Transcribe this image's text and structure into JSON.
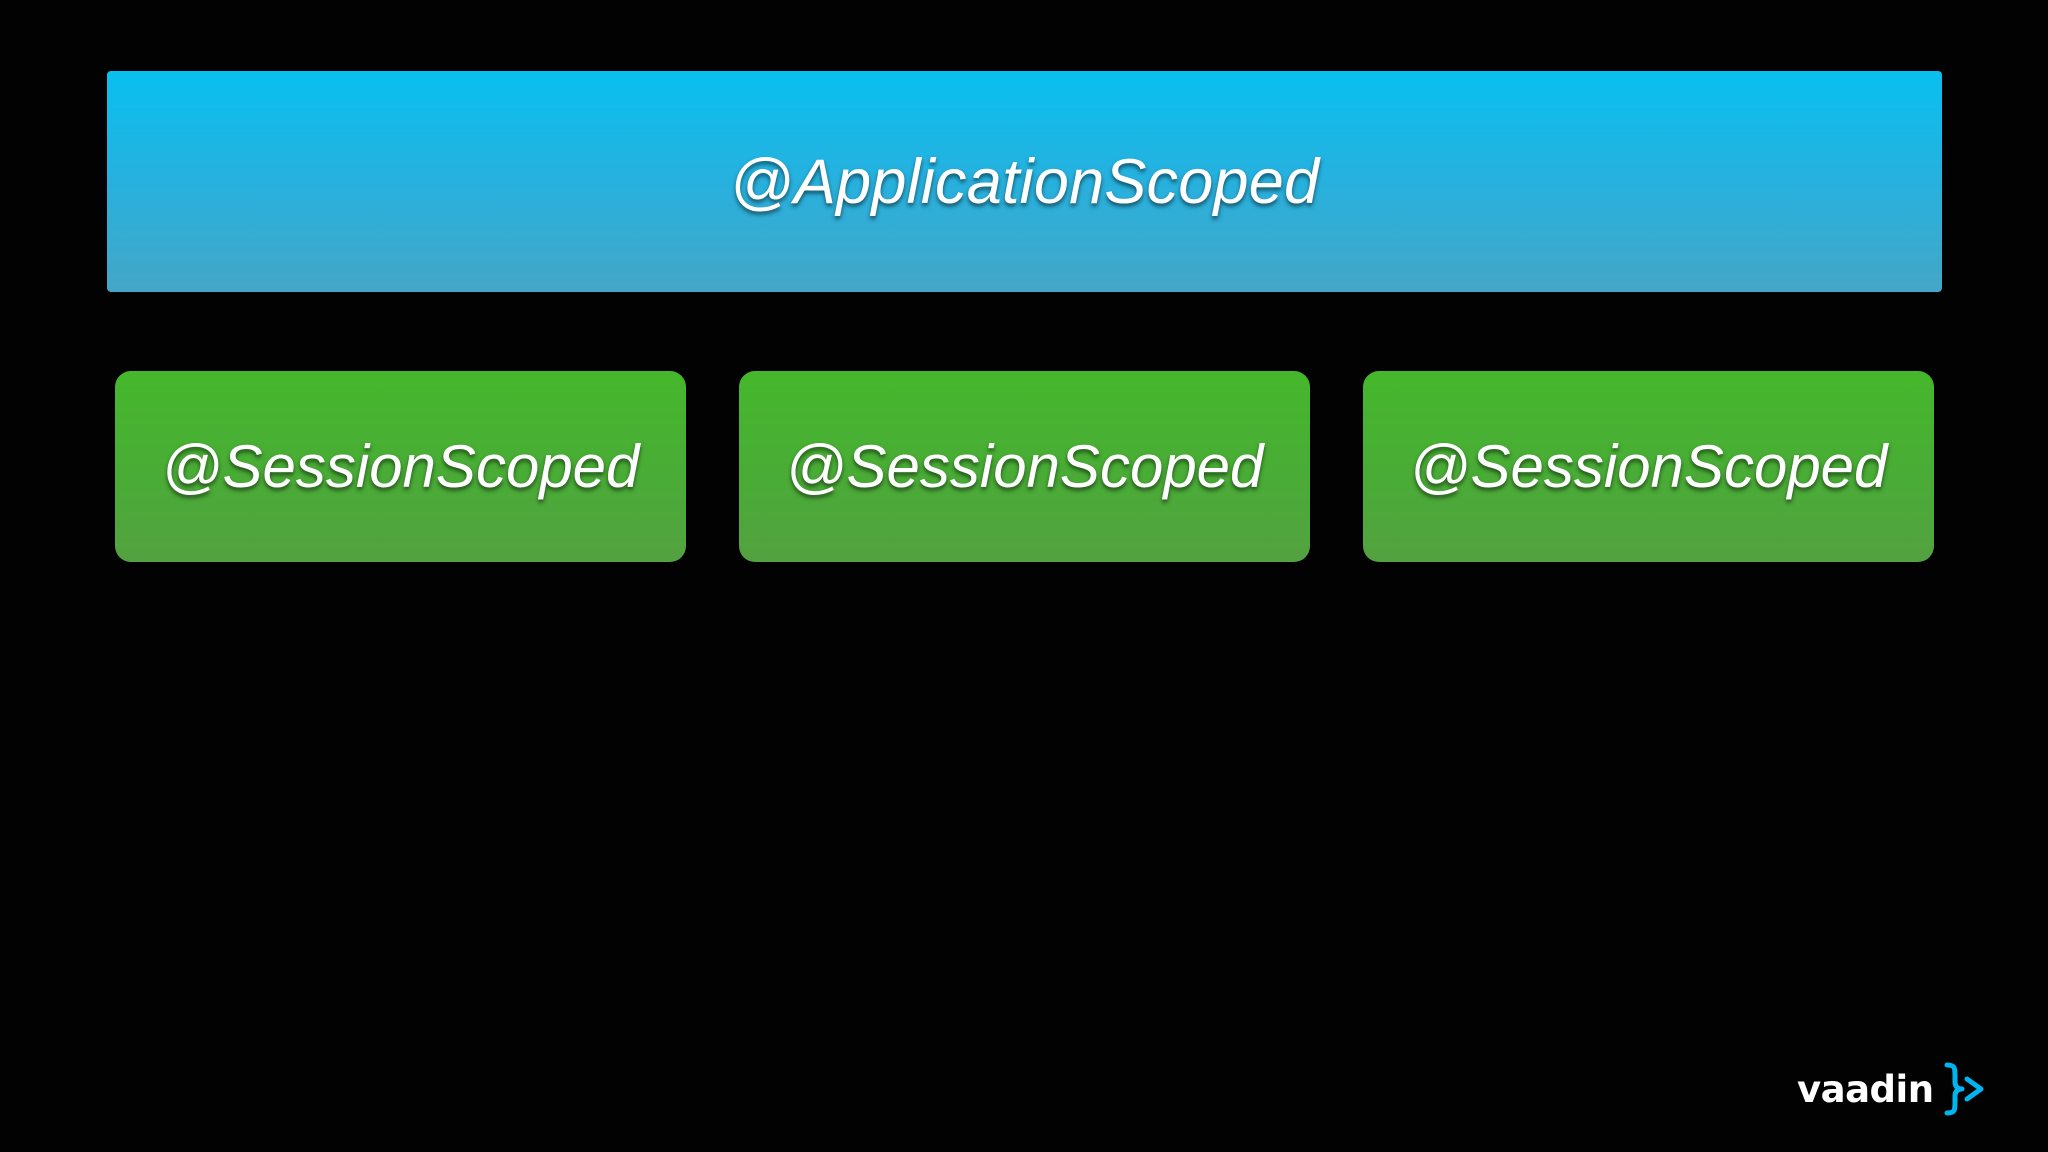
{
  "diagram": {
    "application_box": {
      "label": "@ApplicationScoped",
      "color_top": "#08c0ef",
      "color_bottom": "#44a6c6"
    },
    "session_boxes": [
      {
        "label": "@SessionScoped"
      },
      {
        "label": "@SessionScoped"
      },
      {
        "label": "@SessionScoped"
      }
    ],
    "session_color_top": "#46b72c",
    "session_color_bottom": "#53a240"
  },
  "logo": {
    "text": "vaadin",
    "mark_icon": "vaadin-brace-arrow-icon",
    "mark_color": "#00b4f0"
  }
}
